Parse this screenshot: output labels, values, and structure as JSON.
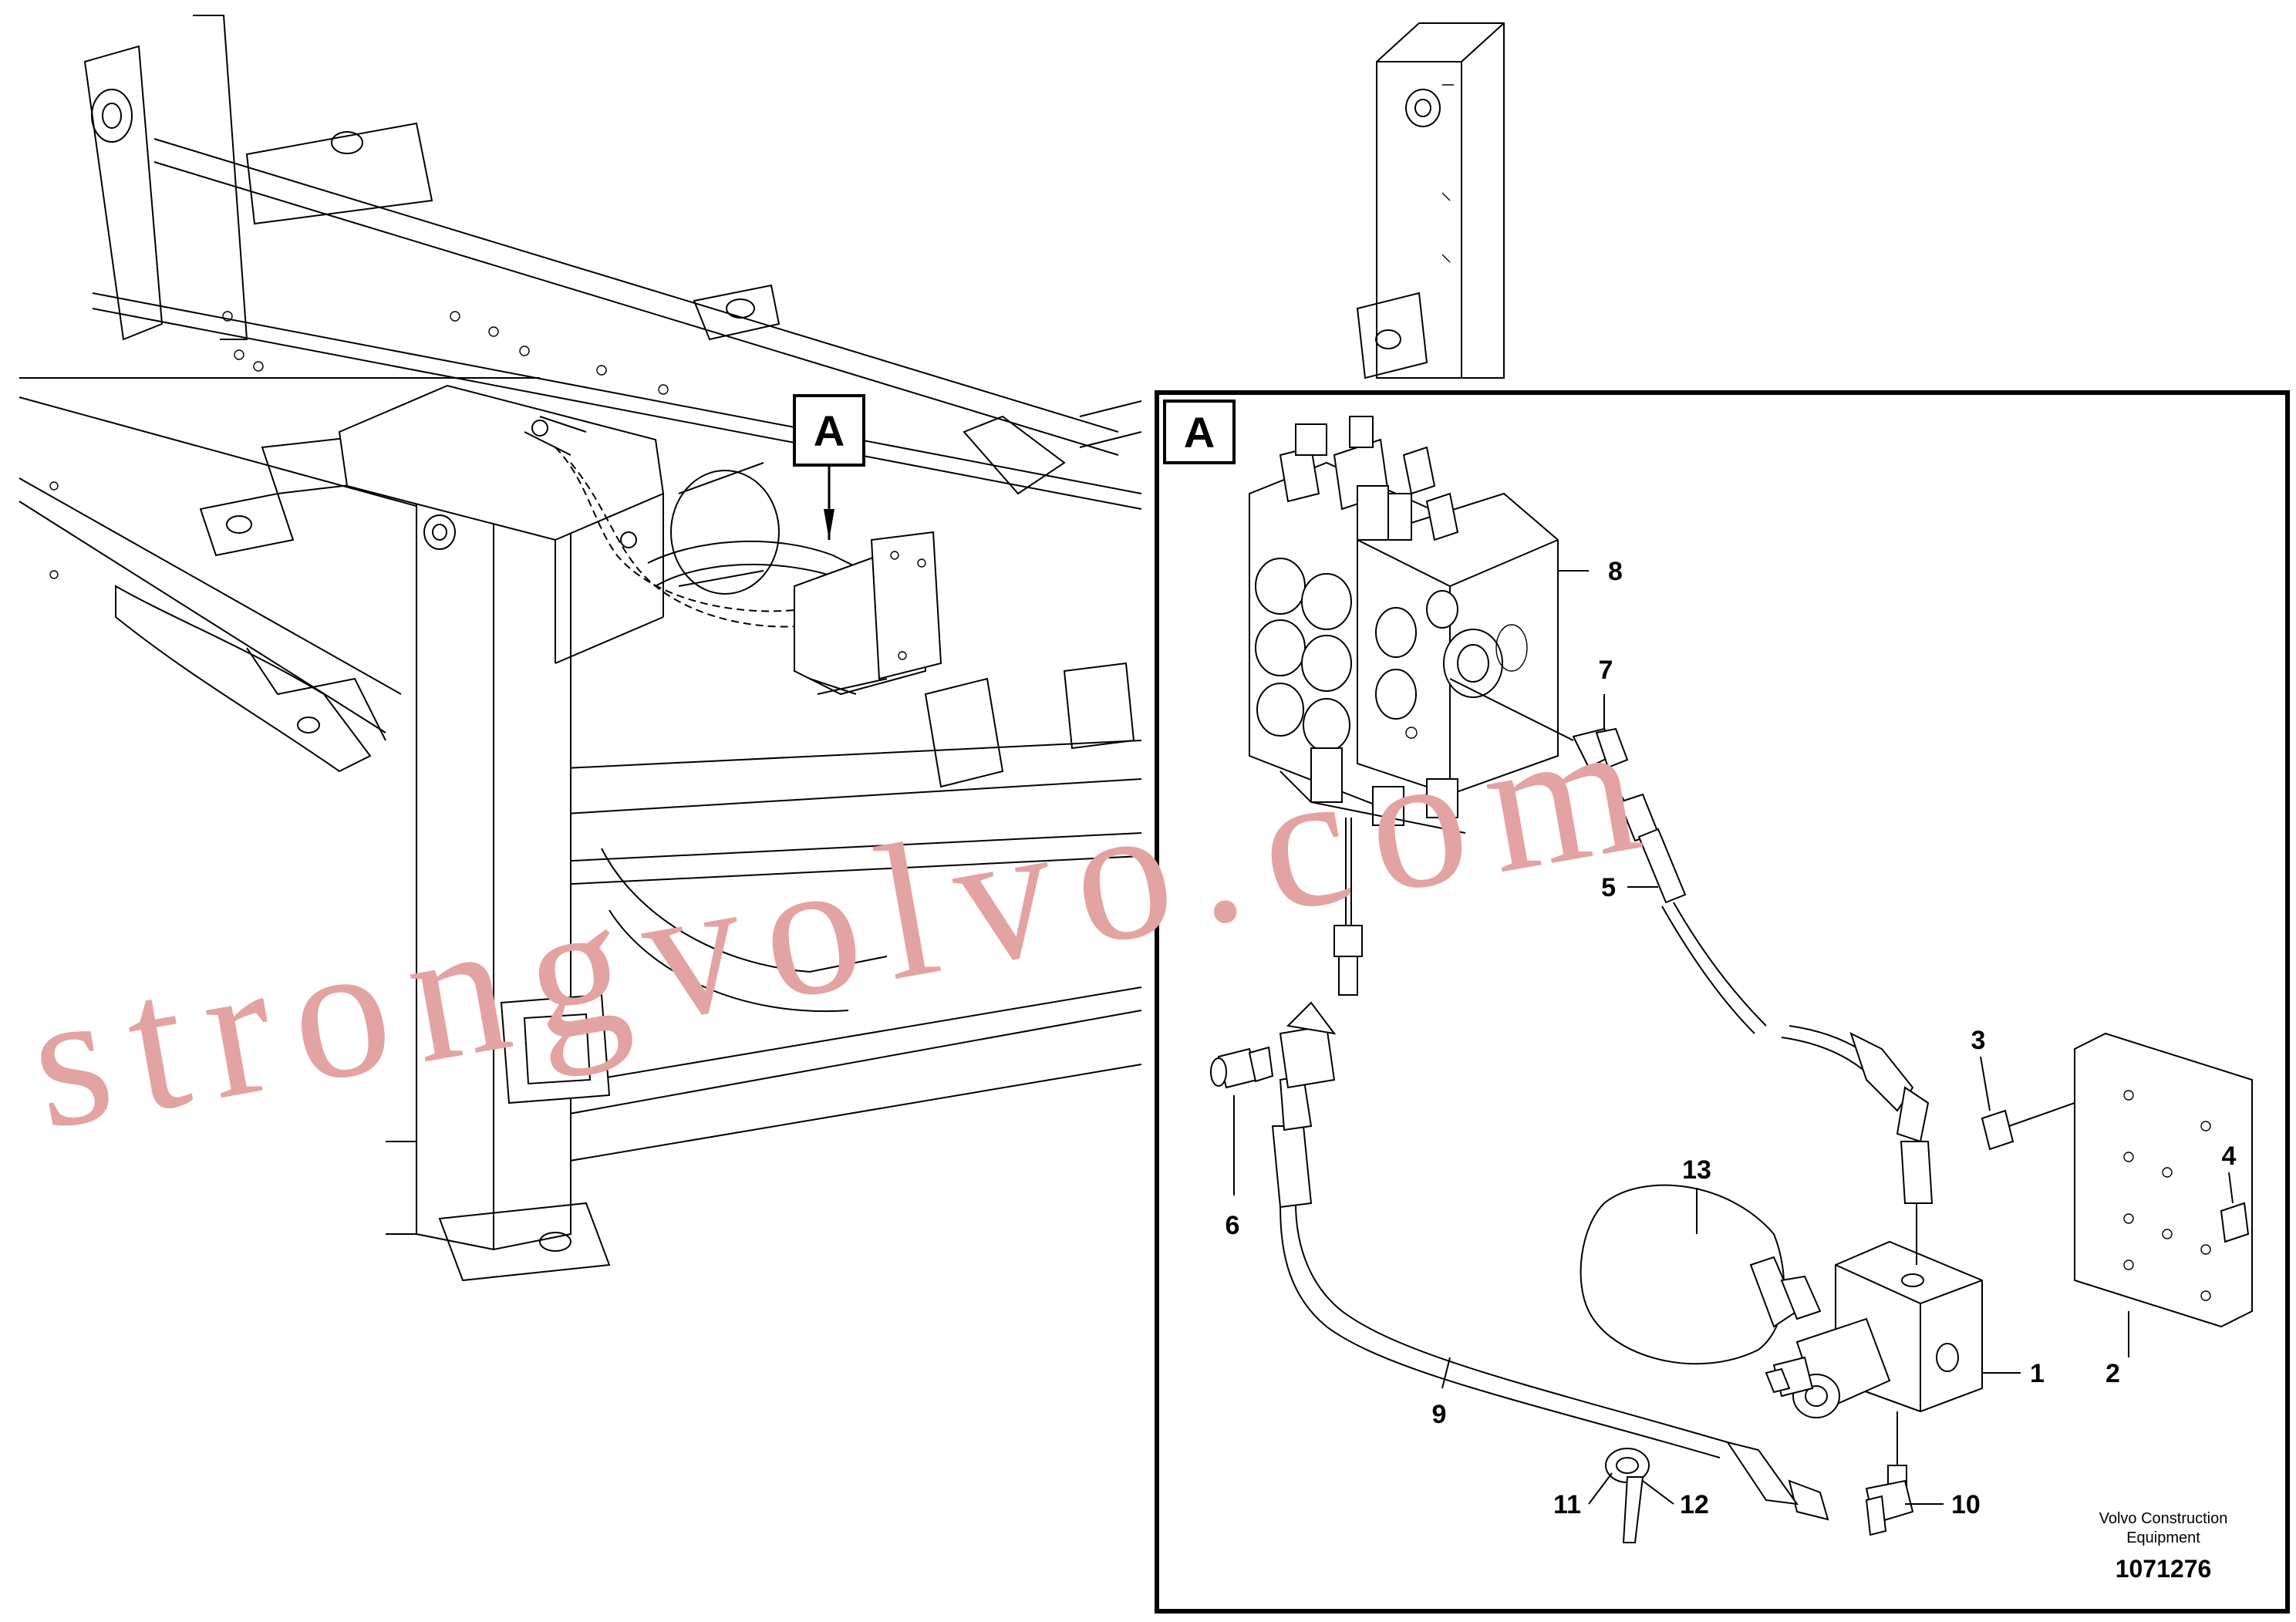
{
  "diagram": {
    "detail_label_main": "A",
    "detail_label_box": "A",
    "callouts": [
      {
        "id": "c1",
        "label": "1"
      },
      {
        "id": "c2",
        "label": "2"
      },
      {
        "id": "c3",
        "label": "3"
      },
      {
        "id": "c4",
        "label": "4"
      },
      {
        "id": "c5",
        "label": "5"
      },
      {
        "id": "c6",
        "label": "6"
      },
      {
        "id": "c7",
        "label": "7"
      },
      {
        "id": "c8",
        "label": "8"
      },
      {
        "id": "c9",
        "label": "9"
      },
      {
        "id": "c10",
        "label": "10"
      },
      {
        "id": "c11",
        "label": "11"
      },
      {
        "id": "c12",
        "label": "12"
      },
      {
        "id": "c13",
        "label": "13"
      }
    ],
    "credit_line1": "Volvo Construction",
    "credit_line2": "Equipment",
    "drawing_number": "1071276",
    "watermark": "strongvolvo.com"
  },
  "colors": {
    "line": "#000000",
    "background": "#ffffff",
    "watermark": "#e4a3a3"
  }
}
